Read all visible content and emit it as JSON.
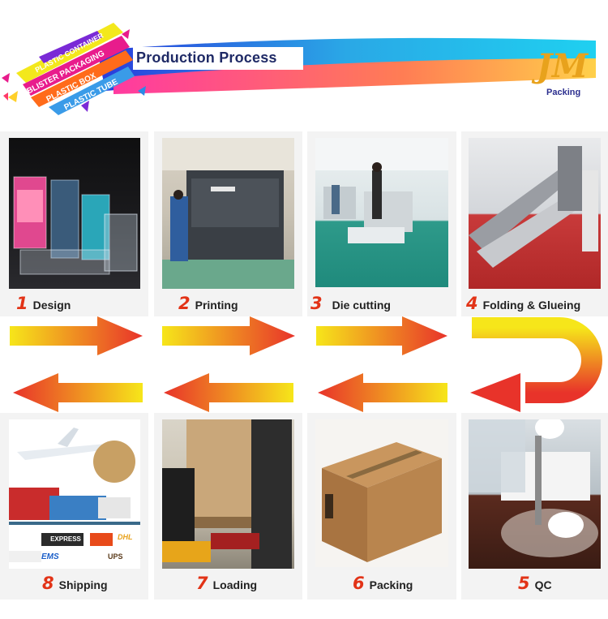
{
  "header": {
    "title": "Production Process",
    "ribbons": [
      "PLASTIC CONTAINER",
      "BLISTER PACKAGING",
      "PLASTIC BOX",
      "PLASTIC TUBE"
    ],
    "logo": {
      "mark": "JM",
      "text": "Packing",
      "color": "#e8a21c"
    }
  },
  "steps": [
    {
      "num": "1",
      "label": "Design",
      "icon": "plastic-boxes-photo"
    },
    {
      "num": "2",
      "label": "Printing",
      "icon": "printing-press-photo"
    },
    {
      "num": "3",
      "label": "Die cutting",
      "icon": "die-cutting-photo"
    },
    {
      "num": "4",
      "label": "Folding & Glueing",
      "icon": "folding-machine-photo"
    },
    {
      "num": "5",
      "label": "QC",
      "icon": "quality-check-photo"
    },
    {
      "num": "6",
      "label": "Packing",
      "icon": "carton-box-photo"
    },
    {
      "num": "7",
      "label": "Loading",
      "icon": "forklift-loading-photo"
    },
    {
      "num": "8",
      "label": "Shipping",
      "icon": "shipping-logistics-photo"
    }
  ],
  "shipping_logos": [
    "EXPRESS",
    "EMS",
    "UPS",
    "DHL"
  ],
  "colors": {
    "accent": "#e23317",
    "arrow_start": "#f6e61a",
    "arrow_end": "#e8332a"
  }
}
